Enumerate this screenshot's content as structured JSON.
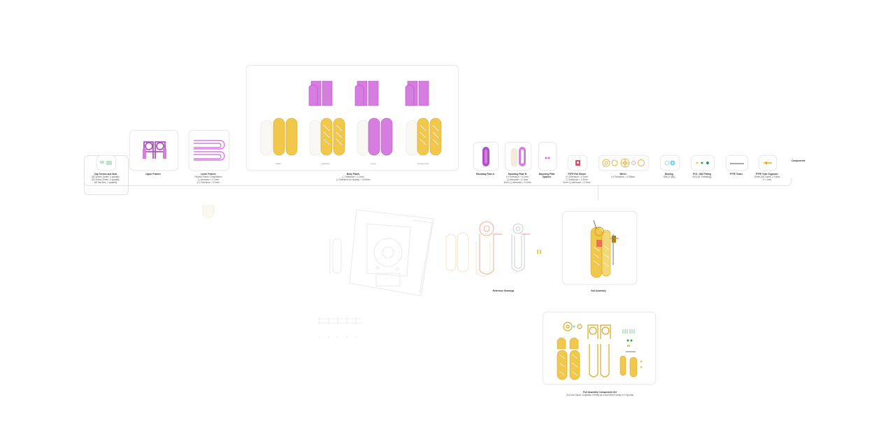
{
  "colors": {
    "pink": "#d57ee0",
    "pink_dark": "#b04fc4",
    "gold": "#f1c84b",
    "gold_dark": "#d8a820",
    "faint": "#e6e3dc",
    "line": "#dcdcdc",
    "cyan": "#6fd6e8",
    "green": "#2e9e4e"
  },
  "heading": "Components",
  "cards": {
    "cap_screws": {
      "title": "Cap Screws and Nuts",
      "lines": [
        "M2 Screw 10mm, 2 quantity",
        "M2 Screw 20mm, 4 quantity",
        "M2 Nut Hex, 1 quantity"
      ]
    },
    "upper_frames": {
      "title": "Upper Frames",
      "lines": []
    },
    "lower_frames": {
      "title": "Lower Frames",
      "lines": [
        "Repeat Frame Composition",
        "(-) tolerance = 0.1mm",
        "(+) Tolerance = 0.1mm"
      ]
    },
    "body_plates": {
      "title": "Body Plates",
      "lines": [
        "(-) Tolerance = 0.1mm",
        "(-) Tolerance (in slopes) = 0.05mm"
      ],
      "subs": [
        "Solid",
        "Feathers",
        "Fung",
        "Honeycomb"
      ]
    },
    "mounting_a": {
      "title": "Mounting Plate A",
      "lines": []
    },
    "mounting_b": {
      "title": "Mounting Plate B",
      "lines": [
        "(+) Tolerance = 0.1mm",
        "(-) tolerance = 0.1mm",
        "Inner (-) tolerance = 0.1mm"
      ]
    },
    "mounting_spacer": {
      "title": "Mounting Plate Spacers",
      "lines": []
    },
    "ptfe_mount": {
      "title": "PTFE Exit Mount",
      "lines": [
        "(+) Tolerance = 0.1mm",
        "(-) Tolerance = 0.1mm",
        "Inner (-) tolerance = 0.1mm"
      ]
    },
    "wheel": {
      "title": "Wheel",
      "lines": [
        "(+) Tolerance = 0.05mm"
      ]
    },
    "bearing": {
      "title": "Bearing",
      "lines": [
        "608 (2 Qty)"
      ]
    },
    "pc4": {
      "title": "PC4 - M10 Fitting",
      "lines": [
        "M10 (M Threading)"
      ]
    },
    "ptfe_tube": {
      "title": "PTFE Tubes",
      "lines": []
    },
    "ptfe_organizer": {
      "title": "PTFE Tube Organizer",
      "lines": [
        "10mm (M) Tubes, 2 Tubes",
        "4 = 1mm"
      ]
    }
  },
  "reference": {
    "title": "Reference Drawings"
  },
  "full_assembly": {
    "title": "Full Assembly"
  },
  "component_set": {
    "title": "Full Assembly Components Set",
    "caption": "(For one Spool, Duplicate 3 times for a full MMU3 setup of 4 Spools)"
  }
}
